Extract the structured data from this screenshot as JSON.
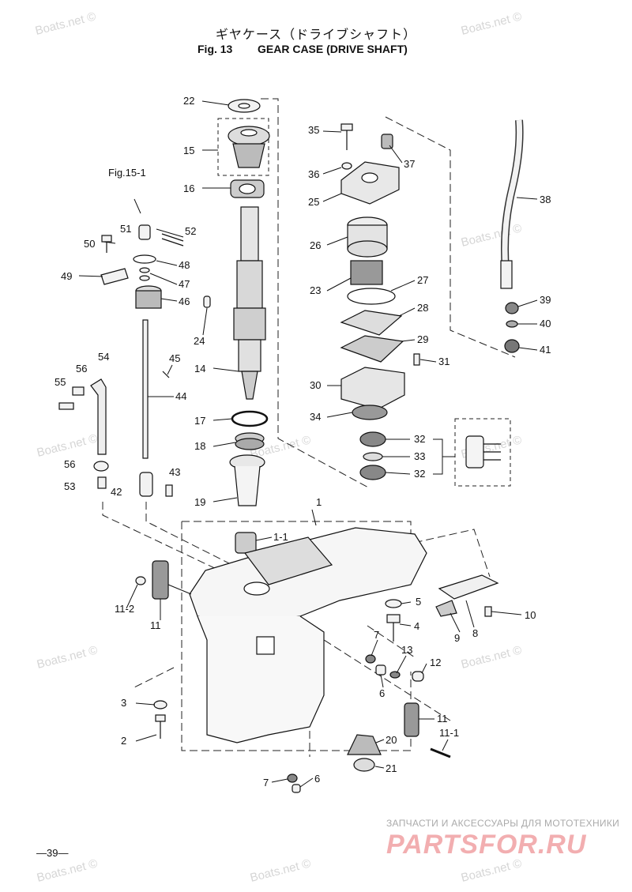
{
  "header": {
    "title_jp": "ギヤケース（ドライブシャフト）",
    "fig_num": "Fig. 13",
    "title_en": "GEAR CASE (DRIVE SHAFT)"
  },
  "watermark": "Boats.net ©",
  "page_number": "—39—",
  "brand": {
    "subtitle": "ЗАПЧАСТИ И АКСЕССУАРЫ ДЛЯ МОТОТЕХНИКИ",
    "logo": "PARTSFOR.RU",
    "logo_color": "#f2aeb0"
  },
  "callouts": {
    "c22": "22",
    "c15": "15",
    "c16": "16",
    "fig15_1": "Fig.15-1",
    "c51": "51",
    "c52": "52",
    "c50": "50",
    "c48": "48",
    "c49": "49",
    "c47": "47",
    "c46": "46",
    "c24": "24",
    "c45": "45",
    "c14": "14",
    "c54": "54",
    "c56a": "56",
    "c55": "55",
    "c44": "44",
    "c17": "17",
    "c18": "18",
    "c56b": "56",
    "c53": "53",
    "c43": "43",
    "c42": "42",
    "c19": "19",
    "c35": "35",
    "c36": "36",
    "c37": "37",
    "c25": "25",
    "c38": "38",
    "c26": "26",
    "c23": "23",
    "c27": "27",
    "c39": "39",
    "c28": "28",
    "c40": "40",
    "c29": "29",
    "c41": "41",
    "c31": "31",
    "c30": "30",
    "c34": "34",
    "c32a": "32",
    "c33": "33",
    "c32b": "32",
    "c1": "1",
    "c1_1": "1-1",
    "c11_2": "11-2",
    "c11a": "11",
    "c5": "5",
    "c10": "10",
    "c9": "9",
    "c8": "8",
    "c4": "4",
    "c7a": "7",
    "c13": "13",
    "c12": "12",
    "c6a": "6",
    "c3": "3",
    "c2": "2",
    "c11b": "11",
    "c20": "20",
    "c11_1": "11-1",
    "c21": "21",
    "c7b": "7",
    "c6b": "6"
  }
}
